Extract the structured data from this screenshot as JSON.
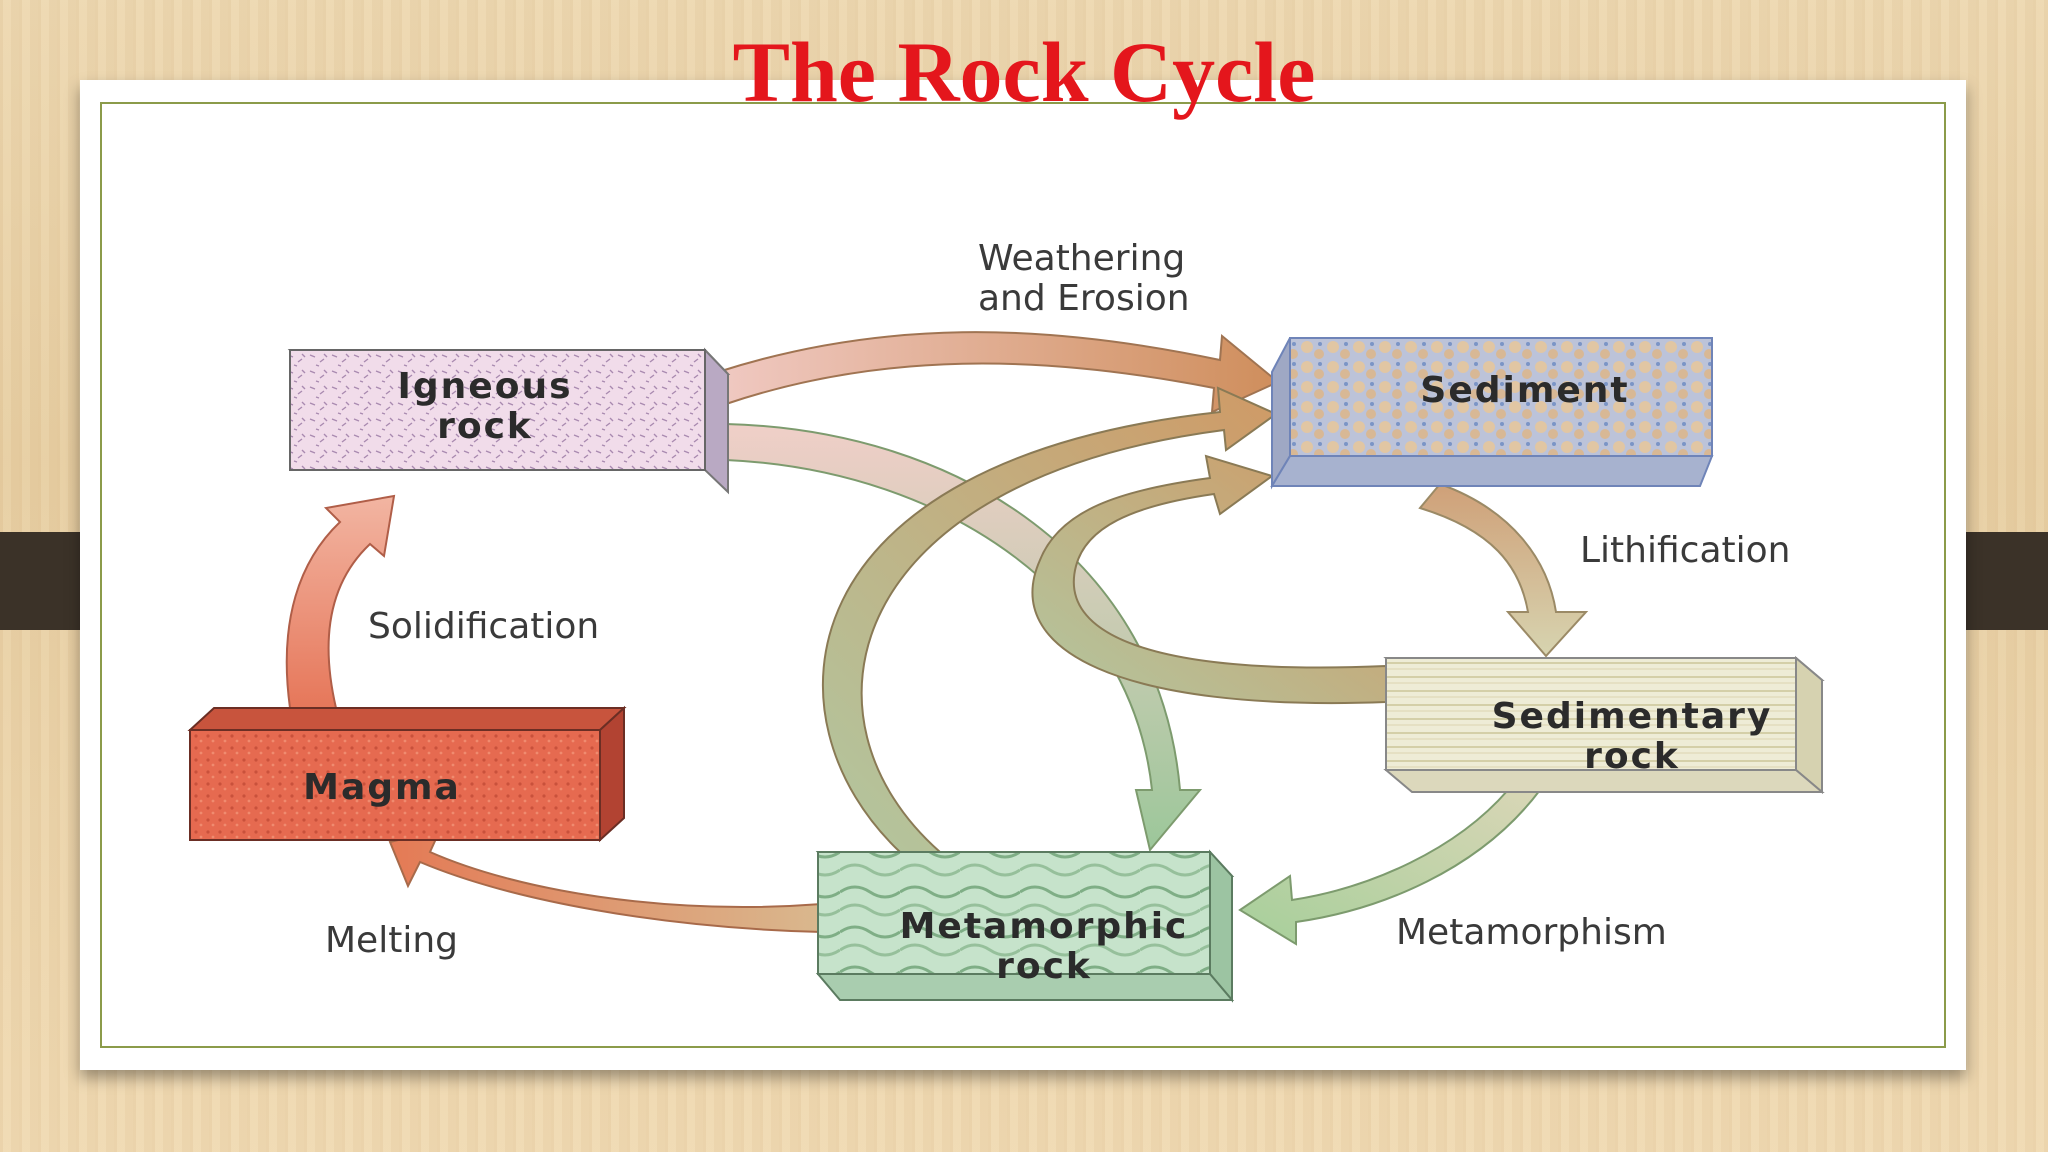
{
  "title": "The Rock Cycle",
  "nodes": {
    "igneous": [
      "Igneous",
      "rock"
    ],
    "sediment": [
      "Sediment"
    ],
    "sedimentary": [
      "Sedimentary",
      "rock"
    ],
    "magma": [
      "Magma"
    ],
    "metamorphic": [
      "Metamorphic",
      "rock"
    ]
  },
  "processes": {
    "weathering": [
      "Weathering",
      "and Erosion"
    ],
    "lithification": "Lithification",
    "solidification": "Solidification",
    "melting": "Melting",
    "metamorphism": "Metamorphism"
  },
  "colors": {
    "title": "#e4161c",
    "igneous": "#ecd6e6",
    "sediment": "#c9ccd8",
    "sedimentary": "#ecebd5",
    "magma": "#e2644a",
    "metamorphic": "#bfe0c6",
    "arrow_warm": "#d89a6e",
    "arrow_green": "#a9c8a0"
  }
}
